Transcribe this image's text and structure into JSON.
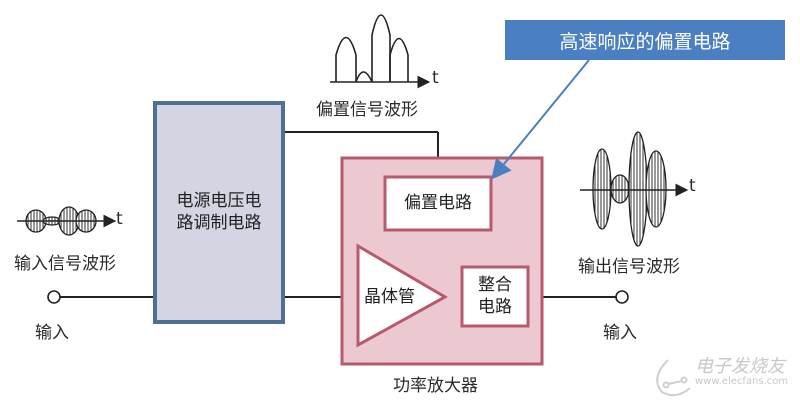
{
  "diagram": {
    "callout": {
      "label": "高速响应的偏置电路",
      "color": "#4a7fc1"
    },
    "input_waveform": {
      "label": "输入信号波形",
      "axis_label": "t"
    },
    "bias_waveform": {
      "label": "偏置信号波形",
      "axis_label": "t"
    },
    "output_waveform": {
      "label": "输出信号波形",
      "axis_label": "t"
    },
    "supply_modulator": {
      "line1": "电源电压电",
      "line2": "路调制电路",
      "fill": "#d3d5e2",
      "border": "#4f6f94"
    },
    "power_amplifier": {
      "label": "功率放大器",
      "fill": "#ecc9d0",
      "border": "#b85a6e"
    },
    "bias_circuit": {
      "label": "偏置电路"
    },
    "transistor": {
      "label": "晶体管"
    },
    "matching_circuit": {
      "line1": "整合",
      "line2": "电路"
    },
    "input_terminal": {
      "label": "输入"
    },
    "output_terminal": {
      "label": "输入"
    },
    "watermark": {
      "cn": "电子发烧友",
      "url": "www.elecfans.com"
    }
  }
}
